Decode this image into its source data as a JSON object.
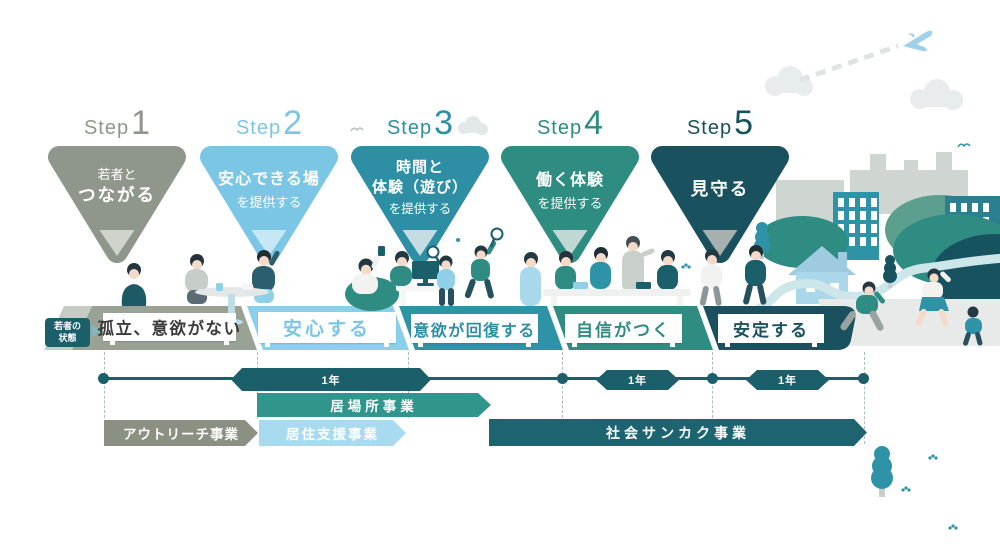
{
  "steps": [
    {
      "prefix": "Step",
      "number": "1",
      "line1": "若者と",
      "line2": "つながる"
    },
    {
      "prefix": "Step",
      "number": "2",
      "line1": "安心できる場",
      "line2": "を提供する"
    },
    {
      "prefix": "Step",
      "number": "3",
      "line1": "時間と",
      "line2": "体験（遊び）",
      "line3": "を提供する"
    },
    {
      "prefix": "Step",
      "number": "4",
      "line1": "働く体験",
      "line2": "を提供する"
    },
    {
      "prefix": "Step",
      "number": "5",
      "line1": "見守る"
    }
  ],
  "state_band": {
    "tag": {
      "line1": "若者の",
      "line2": "状態"
    },
    "labels": [
      "孤立、意欲がない",
      "安心する",
      "意欲が回復する",
      "自信がつく",
      "安定する"
    ]
  },
  "timeline": {
    "year_labels": [
      "1年",
      "1年",
      "1年"
    ]
  },
  "programs": {
    "ibasho": "居場所事業",
    "outreach": "アウトリーチ事業",
    "housing": "居住支援事業",
    "sankaku": "社会サンカク事業"
  },
  "colors": {
    "step1": "#8f978c",
    "step2": "#7cc6e5",
    "step3": "#2e8fa4",
    "step4": "#2e8c80",
    "step5": "#19525e",
    "band1": "#9aa295",
    "band2": "#8ad0ec",
    "band3": "#2f93a8",
    "band4": "#2e8c80",
    "band5": "#19525e",
    "timeline": "#1b5f6b",
    "bar_ibasho": "#2f958d",
    "bar_outreach": "#8a9183",
    "bar_housing": "#a8daf0",
    "bar_sankaku": "#1d6470"
  }
}
